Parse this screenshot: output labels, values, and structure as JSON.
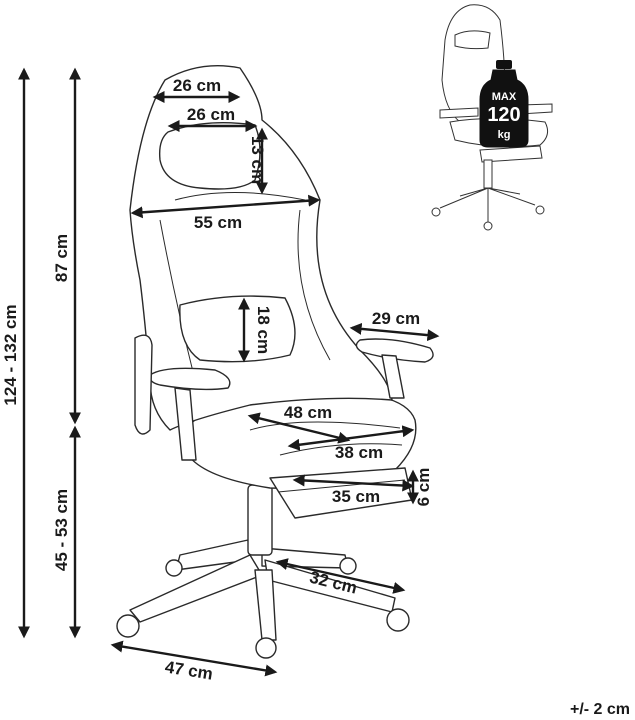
{
  "dimensions": {
    "headrest_top_width": "26 cm",
    "pillow_width": "26 cm",
    "pillow_height": "13 cm",
    "backrest_width": "55 cm",
    "lumbar_height": "18 cm",
    "armrest_length": "29 cm",
    "seat_width": "48 cm",
    "seat_depth": "38 cm",
    "footrest_width": "35 cm",
    "footrest_height": "6 cm",
    "base_radius": "32 cm",
    "base_width": "47 cm",
    "total_height": "124 - 132 cm",
    "back_height": "87 cm",
    "seat_height": "45 - 53 cm"
  },
  "max_load": {
    "label": "MAX",
    "value": "120",
    "unit": "kg"
  },
  "tolerance": "+/- 2 cm"
}
